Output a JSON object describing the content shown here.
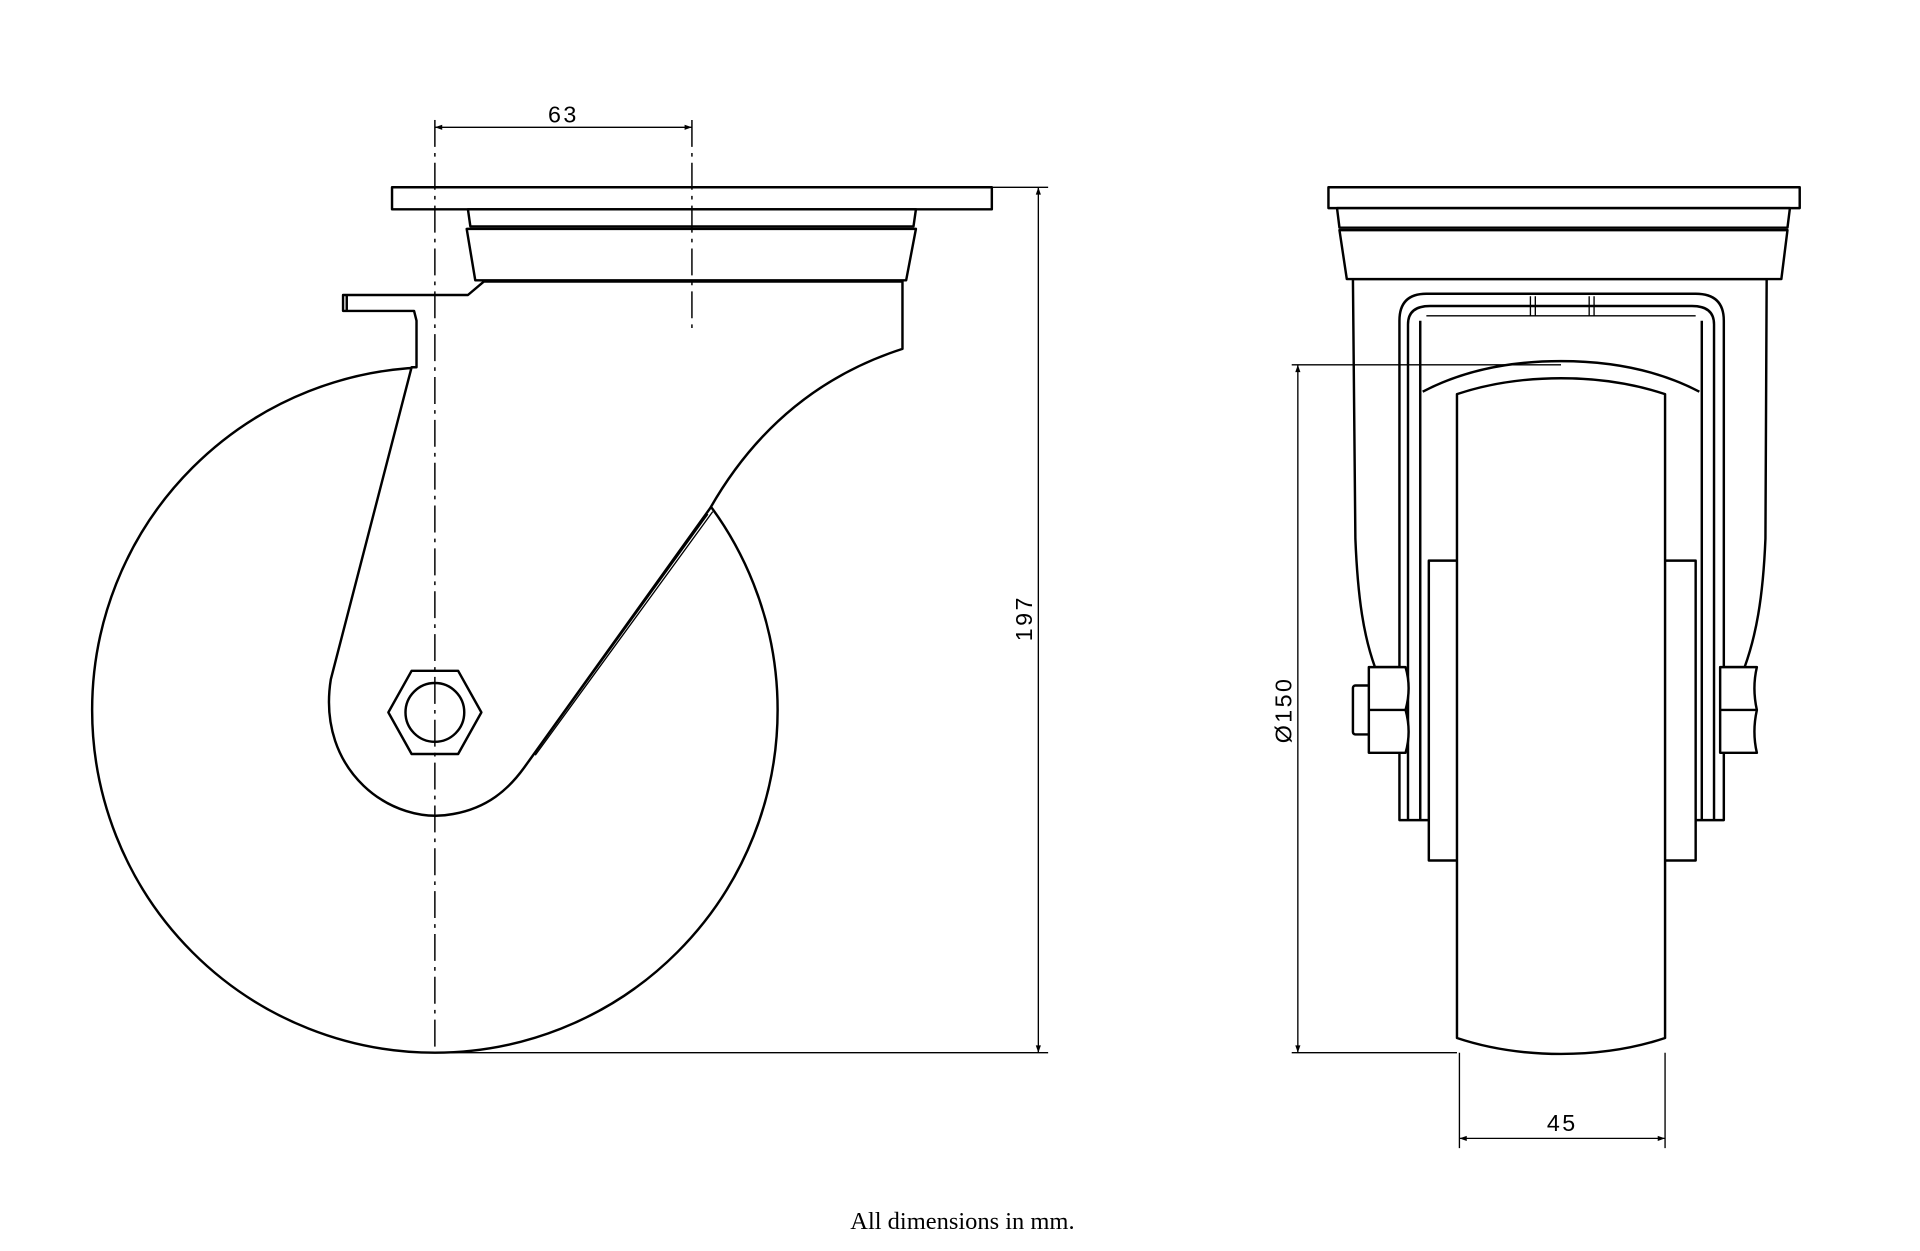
{
  "drawing": {
    "title": "Swivel castor with brake – technical drawing",
    "dimensions": {
      "swivel_offset": "63",
      "overall_height": "197",
      "wheel_diameter": "Ø150",
      "wheel_width": "45"
    },
    "caption": "All dimensions in mm.",
    "line_color": "#000000",
    "background_color": "#ffffff"
  }
}
